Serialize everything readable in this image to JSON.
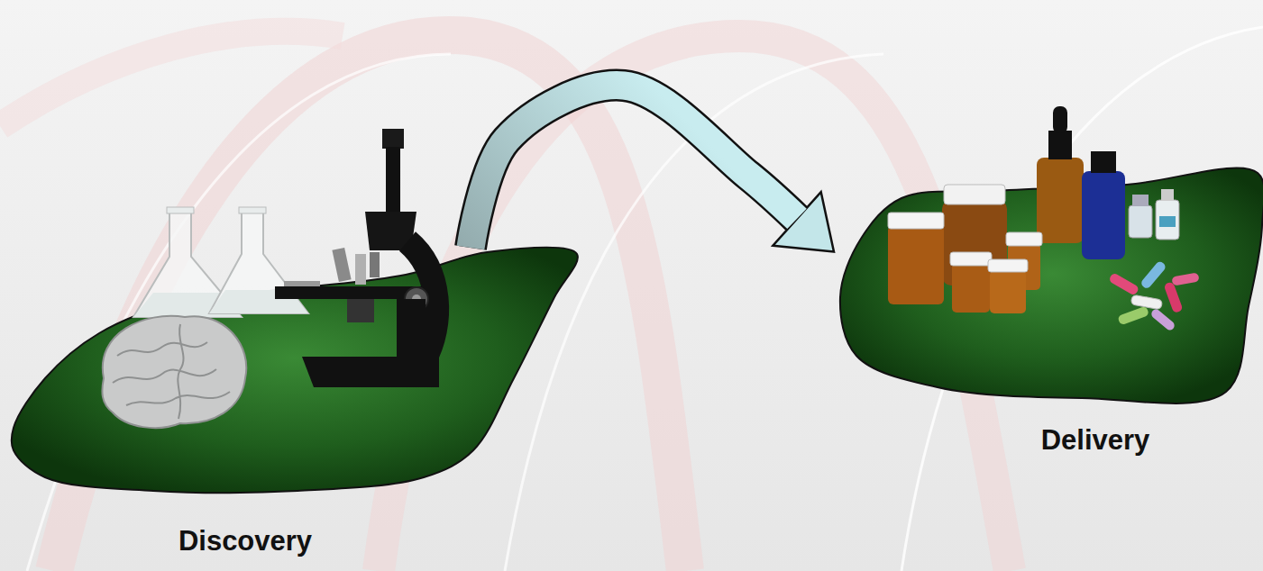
{
  "diagram": {
    "nodes": [
      {
        "text": [
          "Discovery"
        ]
      },
      {
        "text": [
          "Delivery"
        ]
      }
    ],
    "edges": [
      {
        "from": 0,
        "to": 1,
        "arrow": "to"
      }
    ]
  }
}
